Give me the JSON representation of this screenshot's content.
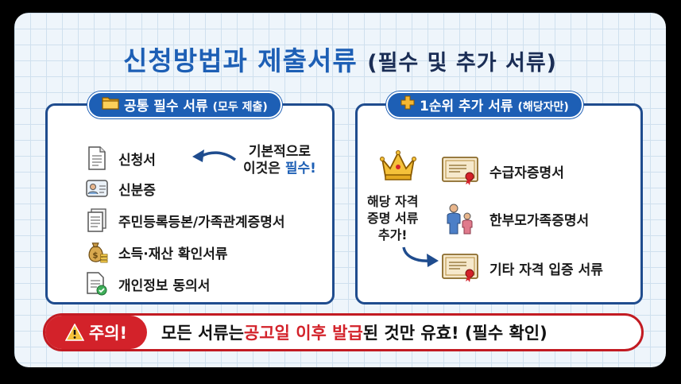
{
  "title": {
    "main": "신청방법과 제출서류",
    "sub": "(필수 및 추가 서류)"
  },
  "left_panel": {
    "tag": {
      "label": "공통 필수 서류",
      "note": "(모두 제출)",
      "icon": "folder-icon"
    },
    "items": [
      {
        "label": "신청서",
        "icon": "document-icon"
      },
      {
        "label": "신분증",
        "icon": "id-card-icon"
      },
      {
        "label": "주민등록등본/가족관계증명서",
        "icon": "papers-icon"
      },
      {
        "label": "소득·재산 확인서류",
        "icon": "money-bag-icon"
      },
      {
        "label": "개인정보 동의서",
        "icon": "checked-document-icon"
      }
    ],
    "note": {
      "line1": "기본적으로",
      "line2_prefix": "이것은 ",
      "line2_emphasis": "필수!"
    }
  },
  "right_panel": {
    "tag": {
      "label": "1순위 추가 서류",
      "note": "(해당자만)",
      "icon": "plus-icon"
    },
    "note": {
      "line1": "해당 자격",
      "line2": "증명 서류",
      "line3": "추가!"
    },
    "items": [
      {
        "label": "수급자증명서",
        "icon": "certificate-icon"
      },
      {
        "label": "한부모가족증명서",
        "icon": "family-icon"
      },
      {
        "label": "기타 자격 입증 서류",
        "icon": "certificate-icon"
      }
    ]
  },
  "warning": {
    "badge": "주의!",
    "message_pre": "모든 서류는 ",
    "message_red": "공고일 이후 발급",
    "message_post": "된 것만 유효! (필수 확인)"
  },
  "colors": {
    "primary": "#1d5fb5",
    "warning": "#d3222a",
    "border": "#1f4c8e"
  }
}
